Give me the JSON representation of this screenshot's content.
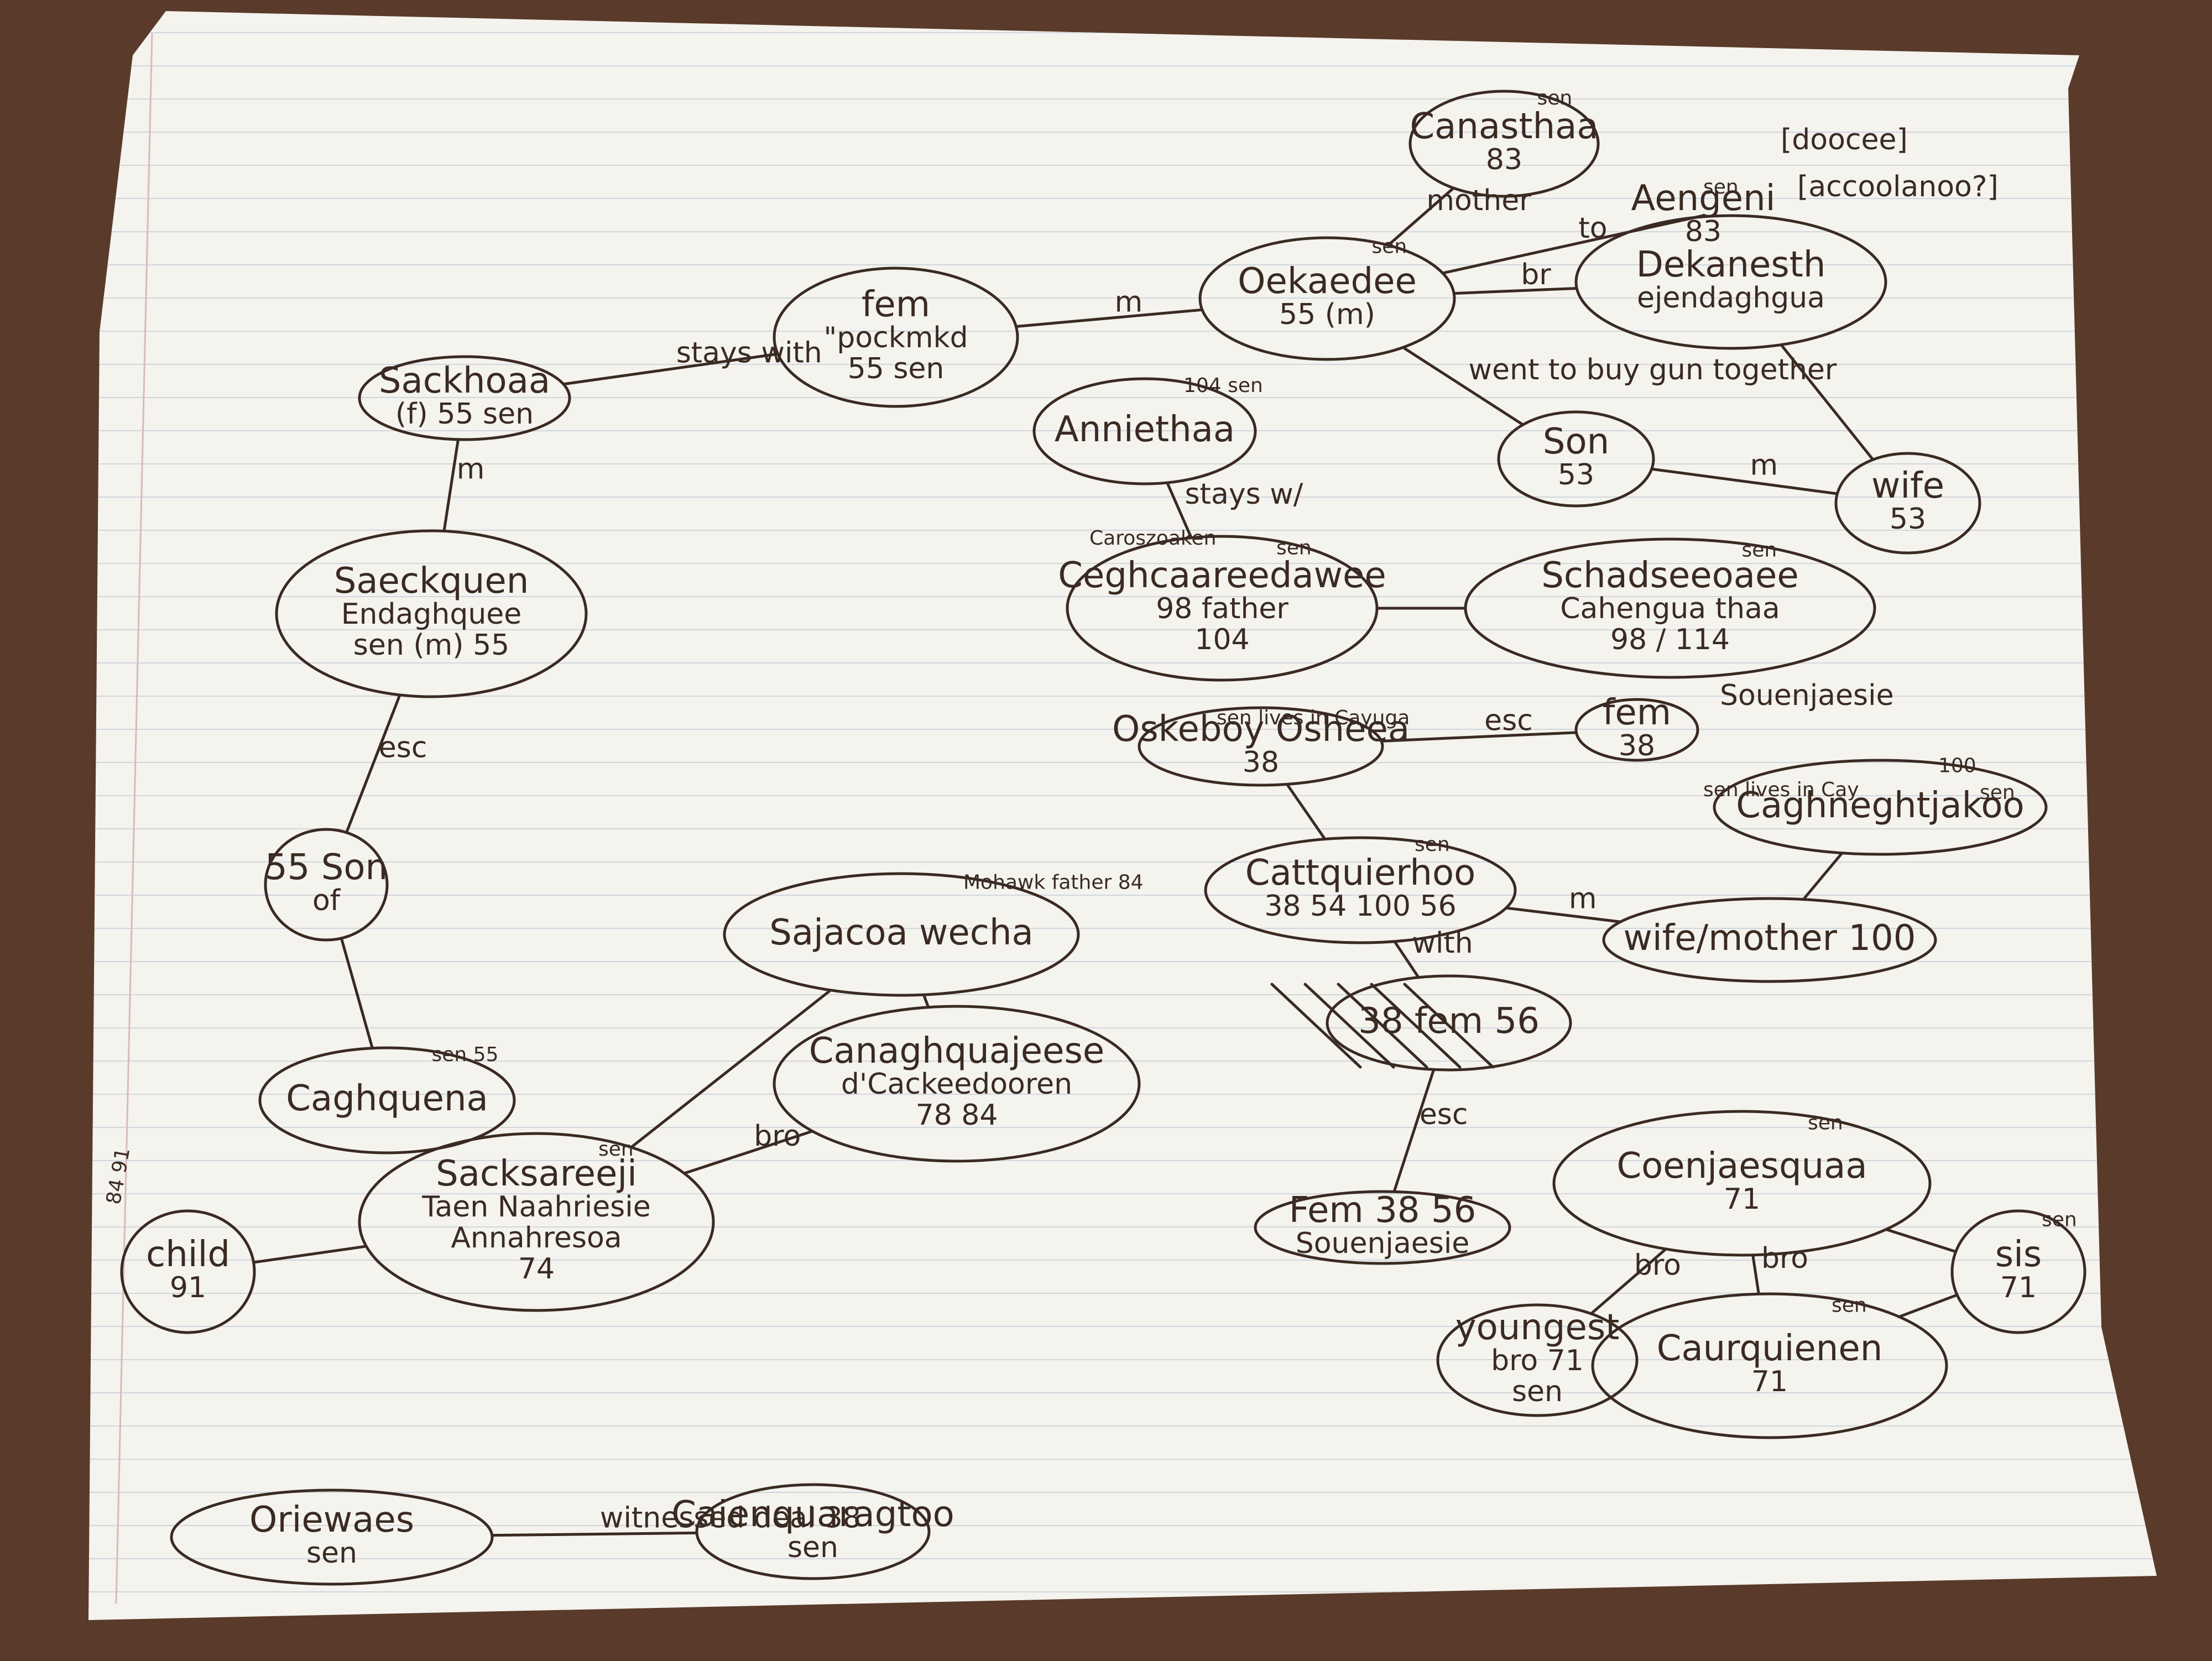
{
  "nodes": [
    {
      "id": "canasthaa",
      "lines": [
        "Canasthaa",
        "83"
      ],
      "tag": "sen"
    },
    {
      "id": "aengeni",
      "lines": [
        "Aengeni",
        "83"
      ],
      "tag": "sen"
    },
    {
      "id": "dekanesth",
      "lines": [
        "Dekanesth",
        "ejendaghgua"
      ]
    },
    {
      "id": "oekaedee",
      "lines": [
        "Oekaedee",
        "55 (m)"
      ],
      "tag": "sen"
    },
    {
      "id": "fem_pockmkd",
      "lines": [
        "fem",
        "\"pockmkd",
        "55 sen"
      ]
    },
    {
      "id": "sackhoaa",
      "lines": [
        "Sackhoaa",
        "(f) 55 sen"
      ]
    },
    {
      "id": "son53",
      "lines": [
        "Son",
        "53"
      ]
    },
    {
      "id": "wife53",
      "lines": [
        "wife",
        "53"
      ]
    },
    {
      "id": "anniethaa",
      "lines": [
        "Anniethaa"
      ],
      "tag": "104 sen"
    },
    {
      "id": "ceghcaa",
      "lines": [
        "Ceghcaareedawee",
        "98 father",
        "104"
      ],
      "tag": "sen"
    },
    {
      "id": "schadseeoaee",
      "lines": [
        "Schadseeoaee",
        "Cahengua thaa",
        "98 / 114"
      ],
      "tag": "sen"
    },
    {
      "id": "sacquen",
      "lines": [
        "Saeckquen",
        "Endaghquee",
        "sen (m) 55"
      ]
    },
    {
      "id": "oskeboy",
      "lines": [
        "Oskeboy Osheea",
        "38"
      ]
    },
    {
      "id": "fem38",
      "lines": [
        "fem",
        "38"
      ]
    },
    {
      "id": "cattquierhoo",
      "lines": [
        "Cattquierhoo",
        "38 54 100 56"
      ],
      "tag": "sen"
    },
    {
      "id": "caghneght",
      "lines": [
        "Caghneghtjakoo"
      ],
      "tag": "100"
    },
    {
      "id": "wifemother",
      "lines": [
        "wife/mother 100"
      ]
    },
    {
      "id": "femcrossed",
      "lines": [
        "38 fem 56"
      ]
    },
    {
      "id": "son_of",
      "lines": [
        "55 Son",
        "of"
      ]
    },
    {
      "id": "caghquena",
      "lines": [
        "Caghquena"
      ],
      "tag": "sen 55"
    },
    {
      "id": "sajacoa",
      "lines": [
        "Sajacoa wecha"
      ],
      "tag": "Mohawk father 84"
    },
    {
      "id": "canagh",
      "lines": [
        "Canaghquajeese",
        "d'Cackeedooren",
        "78 84"
      ]
    },
    {
      "id": "sacksareeji",
      "lines": [
        "Sacksareeji",
        "Taen Naahriesie",
        "Annahresoa",
        "74"
      ],
      "tag": "sen"
    },
    {
      "id": "child91",
      "lines": [
        "child",
        "91"
      ]
    },
    {
      "id": "coenjaesquaa",
      "lines": [
        "Coenjaesquaa",
        "71"
      ],
      "tag": "sen"
    },
    {
      "id": "youngest",
      "lines": [
        "youngest",
        "bro 71",
        "sen"
      ]
    },
    {
      "id": "caurquienen",
      "lines": [
        "Caurquienen",
        "71"
      ],
      "tag": "sen"
    },
    {
      "id": "sis71",
      "lines": [
        "sis",
        "71"
      ],
      "tag": "sen"
    },
    {
      "id": "souenjaesie2",
      "lines": [
        "Fem 38 56",
        "Souenjaesie"
      ]
    },
    {
      "id": "oriewaes",
      "lines": [
        "Oriewaes",
        "sen"
      ]
    },
    {
      "id": "caienquaragtoo",
      "lines": [
        "Caienquaragtoo",
        "sen"
      ]
    }
  ],
  "edges": [
    {
      "from": "canasthaa",
      "to": "oekaedee",
      "label": "mother"
    },
    {
      "from": "aengeni",
      "to": "oekaedee",
      "label": "to"
    },
    {
      "from": "oekaedee",
      "to": "dekanesth",
      "label": "br"
    },
    {
      "from": "fem_pockmkd",
      "to": "oekaedee",
      "label": "m"
    },
    {
      "from": "sackhoaa",
      "to": "fem_pockmkd",
      "label": "stays with"
    },
    {
      "from": "oekaedee",
      "to": "son53",
      "label": "went to buy gun together"
    },
    {
      "from": "son53",
      "to": "wife53",
      "label": "m"
    },
    {
      "from": "dekanesth",
      "to": "wife53",
      "label": ""
    },
    {
      "from": "anniethaa",
      "to": "ceghcaa",
      "label": "stays w/"
    },
    {
      "from": "ceghcaa",
      "to": "schadseeoaee",
      "label": ""
    },
    {
      "from": "sackhoaa",
      "to": "sacquen",
      "label": "m"
    },
    {
      "from": "oskeboy",
      "to": "fem38",
      "label": "esc"
    },
    {
      "from": "oskeboy",
      "to": "cattquierhoo",
      "label": ""
    },
    {
      "from": "cattquierhoo",
      "to": "wifemother",
      "label": "m"
    },
    {
      "from": "caghneght",
      "to": "wifemother",
      "label": ""
    },
    {
      "from": "cattquierhoo",
      "to": "femcrossed",
      "label": "with"
    },
    {
      "from": "femcrossed",
      "to": "souenjaesie2",
      "label": "esc"
    },
    {
      "from": "sacquen",
      "to": "son_of",
      "label": "esc"
    },
    {
      "from": "son_of",
      "to": "caghquena",
      "label": ""
    },
    {
      "from": "sajacoa",
      "to": "canagh",
      "label": ""
    },
    {
      "from": "sajacoa",
      "to": "sacksareeji",
      "label": ""
    },
    {
      "from": "sacksareeji",
      "to": "canagh",
      "label": "bro"
    },
    {
      "from": "child91",
      "to": "sacksareeji",
      "label": ""
    },
    {
      "from": "coenjaesquaa",
      "to": "youngest",
      "label": "bro"
    },
    {
      "from": "coenjaesquaa",
      "to": "caurquienen",
      "label": "bro"
    },
    {
      "from": "coenjaesquaa",
      "to": "sis71",
      "label": ""
    },
    {
      "from": "caurquienen",
      "to": "sis71",
      "label": ""
    },
    {
      "from": "caienquaragtoo",
      "to": "oriewaes",
      "label": "witnessed deal 38"
    }
  ],
  "annotations": {
    "bracket1": "[doocee]",
    "bracket2": "[accoolanoo?]",
    "carosz": "Caroszoaken",
    "sen_lives_cayuga": "sen lives in Cayuga",
    "sen_lives_cay": "sen lives in Cay",
    "souenjaesie": "Souenjaesie",
    "margin": "84 91",
    "sen_son": "sen"
  }
}
